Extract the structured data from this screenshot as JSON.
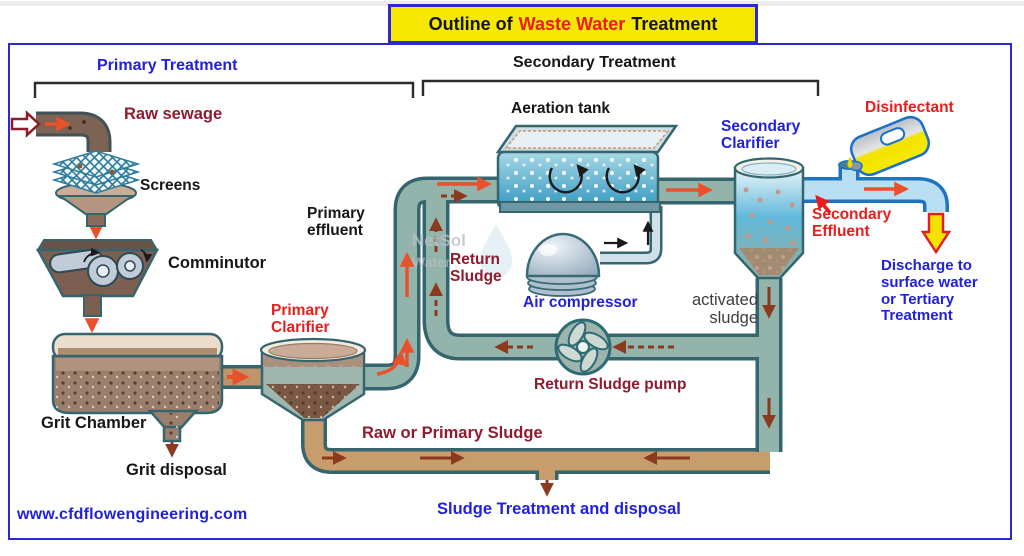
{
  "colors": {
    "border_blue": "#2a2ad0",
    "title_bg": "#f6e800",
    "text_blue": "#2020dd",
    "text_red": "#ea1c1c",
    "text_maroon": "#8e1b2e",
    "pipe_teal": "#93b4ab",
    "pipe_outline": "#35656e",
    "sludge_pipe_tan": "#c89d6e",
    "clean_pipe_blue": "#badff2",
    "arrow_orange": "#e8512b",
    "arrow_dark_red": "#8b3a20"
  },
  "title": {
    "prefix": "Outline of",
    "highlight": "Waste Water",
    "suffix": "Treatment"
  },
  "sections": {
    "primary": "Primary Treatment",
    "secondary": "Secondary Treatment"
  },
  "labels": {
    "raw_sewage": "Raw sewage",
    "screens": "Screens",
    "comminutor": "Comminutor",
    "grit_chamber": "Grit Chamber",
    "grit_disposal": "Grit disposal",
    "primary_clarifier": "Primary\nClarifier",
    "primary_effluent": "Primary\neffluent",
    "aeration_tank": "Aeration tank",
    "air_compressor": "Air compressor",
    "return_sludge": "Return\nSludge",
    "return_sludge_pump": "Return Sludge pump",
    "activated_sludge": "activated\nsludge",
    "secondary_clarifier": "Secondary\nClarifier",
    "disinfectant": "Disinfectant",
    "secondary_effluent": "Secondary\nEffluent",
    "discharge": "Discharge to\nsurface water\nor Tertiary\nTreatment",
    "raw_or_primary_sludge": "Raw or Primary Sludge",
    "sludge_treatment": "Sludge Treatment and disposal"
  },
  "footer": {
    "website": "www.cfdflowengineering.com"
  },
  "watermark": {
    "line1": "NetSol",
    "line2": "Water"
  }
}
